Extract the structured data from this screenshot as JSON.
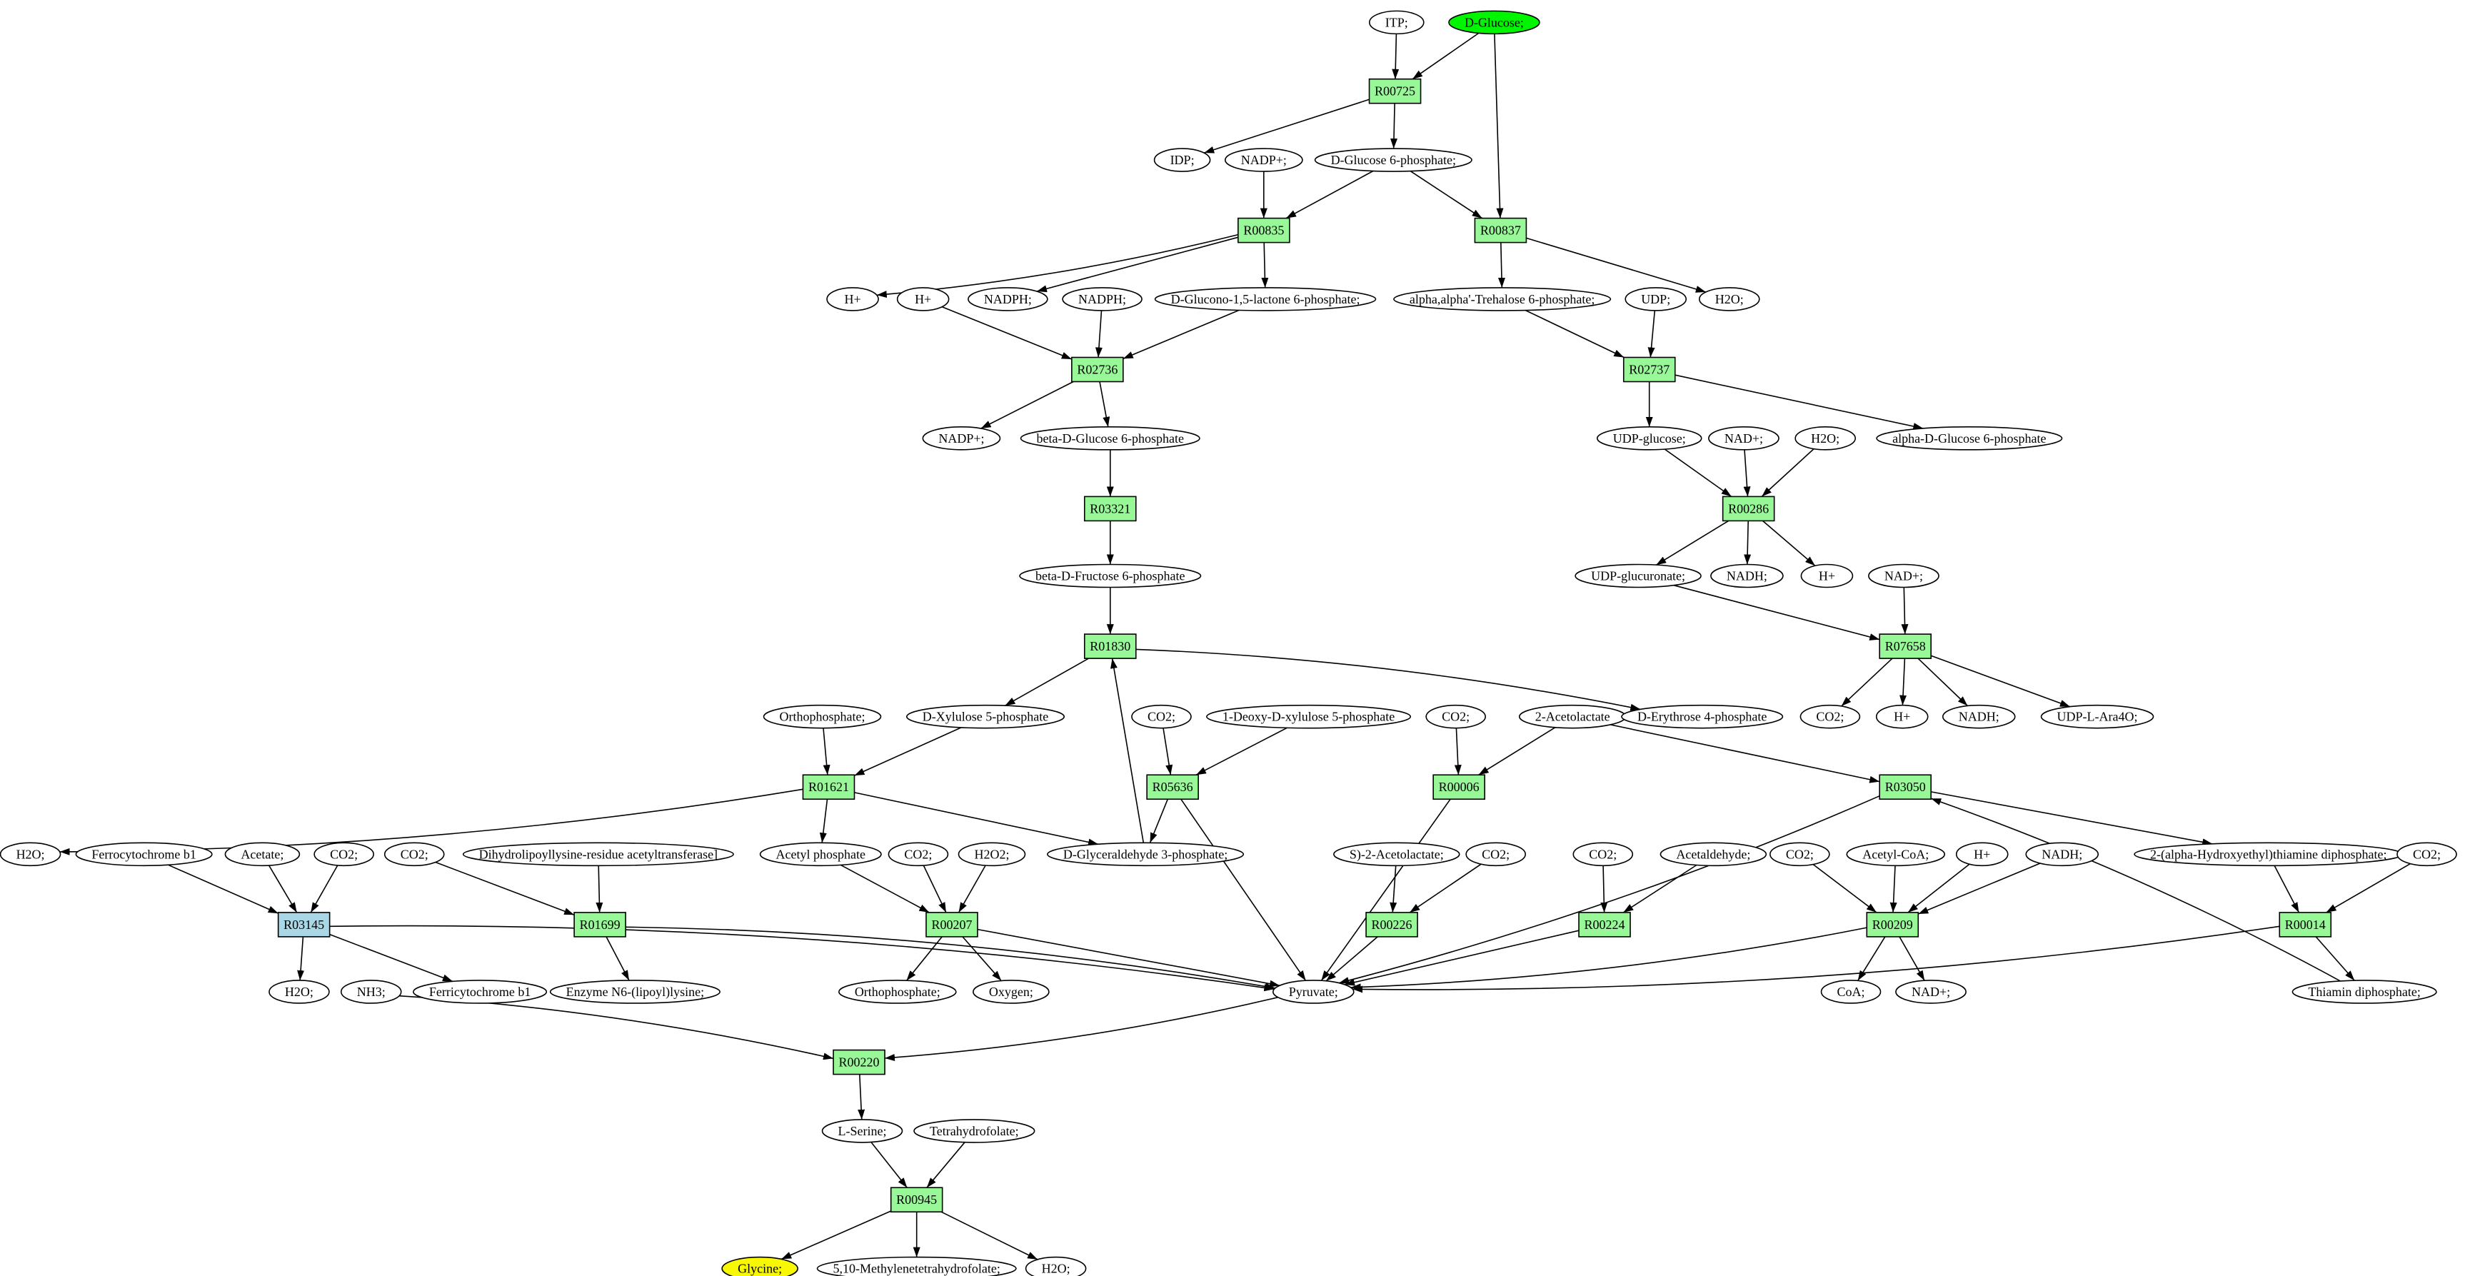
{
  "colors": {
    "reaction": "#98f898",
    "reaction_alt": "#a9d7e6",
    "source": "#00f500",
    "target": "#f8f800",
    "compound": "#ffffff"
  },
  "nodes": [
    {
      "id": "itp",
      "kind": "compound",
      "label": "ITP;"
    },
    {
      "id": "dglucose",
      "kind": "compound",
      "label": "D-Glucose;",
      "role": "source"
    },
    {
      "id": "R00725",
      "kind": "reaction",
      "label": "R00725"
    },
    {
      "id": "idp",
      "kind": "compound",
      "label": "IDP;"
    },
    {
      "id": "nadp1",
      "kind": "compound",
      "label": "NADP+;"
    },
    {
      "id": "g6p",
      "kind": "compound",
      "label": "D-Glucose 6-phosphate;"
    },
    {
      "id": "R00835",
      "kind": "reaction",
      "label": "R00835"
    },
    {
      "id": "R00837",
      "kind": "reaction",
      "label": "R00837"
    },
    {
      "id": "hplus1",
      "kind": "compound",
      "label": "H+"
    },
    {
      "id": "hplus2",
      "kind": "compound",
      "label": "H+"
    },
    {
      "id": "nadph1",
      "kind": "compound",
      "label": "NADPH;"
    },
    {
      "id": "nadph2",
      "kind": "compound",
      "label": "NADPH;"
    },
    {
      "id": "glucono",
      "kind": "compound",
      "label": "D-Glucono-1,5-lactone 6-phosphate;"
    },
    {
      "id": "trehalose",
      "kind": "compound",
      "label": "alpha,alpha'-Trehalose 6-phosphate;"
    },
    {
      "id": "udp",
      "kind": "compound",
      "label": "UDP;"
    },
    {
      "id": "h2o_a",
      "kind": "compound",
      "label": "H2O;"
    },
    {
      "id": "R02736",
      "kind": "reaction",
      "label": "R02736"
    },
    {
      "id": "R02737",
      "kind": "reaction",
      "label": "R02737"
    },
    {
      "id": "nadp2",
      "kind": "compound",
      "label": "NADP+;"
    },
    {
      "id": "bdg6p",
      "kind": "compound",
      "label": "beta-D-Glucose 6-phosphate"
    },
    {
      "id": "udpglucose",
      "kind": "compound",
      "label": "UDP-glucose;"
    },
    {
      "id": "nad1",
      "kind": "compound",
      "label": "NAD+;"
    },
    {
      "id": "h2o_b",
      "kind": "compound",
      "label": "H2O;"
    },
    {
      "id": "adg6p",
      "kind": "compound",
      "label": "alpha-D-Glucose 6-phosphate"
    },
    {
      "id": "R03321",
      "kind": "reaction",
      "label": "R03321"
    },
    {
      "id": "R00286",
      "kind": "reaction",
      "label": "R00286"
    },
    {
      "id": "bdf6p",
      "kind": "compound",
      "label": "beta-D-Fructose 6-phosphate"
    },
    {
      "id": "udpglucuronate",
      "kind": "compound",
      "label": "UDP-glucuronate;"
    },
    {
      "id": "nadh1",
      "kind": "compound",
      "label": "NADH;"
    },
    {
      "id": "hplus3",
      "kind": "compound",
      "label": "H+"
    },
    {
      "id": "nad2",
      "kind": "compound",
      "label": "NAD+;"
    },
    {
      "id": "R01830",
      "kind": "reaction",
      "label": "R01830"
    },
    {
      "id": "R07658",
      "kind": "reaction",
      "label": "R07658"
    },
    {
      "id": "ortho1",
      "kind": "compound",
      "label": "Orthophosphate;"
    },
    {
      "id": "dx5p",
      "kind": "compound",
      "label": "D-Xylulose 5-phosphate"
    },
    {
      "id": "co2_a",
      "kind": "compound",
      "label": "CO2;"
    },
    {
      "id": "deoxyx5p",
      "kind": "compound",
      "label": "1-Deoxy-D-xylulose 5-phosphate"
    },
    {
      "id": "co2_b",
      "kind": "compound",
      "label": "CO2;"
    },
    {
      "id": "acetolactate",
      "kind": "compound",
      "label": "2-Acetolactate"
    },
    {
      "id": "de4p",
      "kind": "compound",
      "label": "D-Erythrose 4-phosphate"
    },
    {
      "id": "co2_c",
      "kind": "compound",
      "label": "CO2;"
    },
    {
      "id": "hplus4",
      "kind": "compound",
      "label": "H+"
    },
    {
      "id": "nadh2",
      "kind": "compound",
      "label": "NADH;"
    },
    {
      "id": "udplara4o",
      "kind": "compound",
      "label": "UDP-L-Ara4O;"
    },
    {
      "id": "R01621",
      "kind": "reaction",
      "label": "R01621"
    },
    {
      "id": "R05636",
      "kind": "reaction",
      "label": "R05636"
    },
    {
      "id": "R00006",
      "kind": "reaction",
      "label": "R00006"
    },
    {
      "id": "R03050",
      "kind": "reaction",
      "label": "R03050"
    },
    {
      "id": "h2o_c",
      "kind": "compound",
      "label": "H2O;"
    },
    {
      "id": "ferrob1",
      "kind": "compound",
      "label": "Ferrocytochrome b1"
    },
    {
      "id": "acetate",
      "kind": "compound",
      "label": "Acetate;"
    },
    {
      "id": "co2_d",
      "kind": "compound",
      "label": "CO2;"
    },
    {
      "id": "co2_e",
      "kind": "compound",
      "label": "CO2;"
    },
    {
      "id": "dihydro",
      "kind": "compound",
      "label": "Dihydrolipoyllysine-residue acetyltransferase]"
    },
    {
      "id": "acetylp",
      "kind": "compound",
      "label": "Acetyl phosphate"
    },
    {
      "id": "co2_f",
      "kind": "compound",
      "label": "CO2;"
    },
    {
      "id": "h2o2",
      "kind": "compound",
      "label": "H2O2;"
    },
    {
      "id": "dg3p",
      "kind": "compound",
      "label": "D-Glyceraldehyde 3-phosphate;"
    },
    {
      "id": "s2acet",
      "kind": "compound",
      "label": "S)-2-Acetolactate;"
    },
    {
      "id": "co2_g",
      "kind": "compound",
      "label": "CO2;"
    },
    {
      "id": "co2_h",
      "kind": "compound",
      "label": "CO2;"
    },
    {
      "id": "acetaldehyde",
      "kind": "compound",
      "label": "Acetaldehyde;"
    },
    {
      "id": "co2_i",
      "kind": "compound",
      "label": "CO2;"
    },
    {
      "id": "acetylcoa",
      "kind": "compound",
      "label": "Acetyl-CoA;"
    },
    {
      "id": "hplus5",
      "kind": "compound",
      "label": "H+"
    },
    {
      "id": "nadh3",
      "kind": "compound",
      "label": "NADH;"
    },
    {
      "id": "hethtpp",
      "kind": "compound",
      "label": "2-(alpha-Hydroxyethyl)thiamine diphosphate;"
    },
    {
      "id": "co2_j",
      "kind": "compound",
      "label": "CO2;"
    },
    {
      "id": "R03145",
      "kind": "reaction_alt",
      "label": "R03145"
    },
    {
      "id": "R01699",
      "kind": "reaction",
      "label": "R01699"
    },
    {
      "id": "R00207",
      "kind": "reaction",
      "label": "R00207"
    },
    {
      "id": "R00226",
      "kind": "reaction",
      "label": "R00226"
    },
    {
      "id": "R00224",
      "kind": "reaction",
      "label": "R00224"
    },
    {
      "id": "R00209",
      "kind": "reaction",
      "label": "R00209"
    },
    {
      "id": "R00014",
      "kind": "reaction",
      "label": "R00014"
    },
    {
      "id": "h2o_d",
      "kind": "compound",
      "label": "H2O;"
    },
    {
      "id": "ferrib1",
      "kind": "compound",
      "label": "Ferricytochrome b1"
    },
    {
      "id": "nh3",
      "kind": "compound",
      "label": "NH3;"
    },
    {
      "id": "enzyme",
      "kind": "compound",
      "label": "Enzyme N6-(lipoyl)lysine;"
    },
    {
      "id": "ortho2",
      "kind": "compound",
      "label": "Orthophosphate;"
    },
    {
      "id": "oxygen",
      "kind": "compound",
      "label": "Oxygen;"
    },
    {
      "id": "pyruvate",
      "kind": "compound",
      "label": "Pyruvate;"
    },
    {
      "id": "coa",
      "kind": "compound",
      "label": "CoA;"
    },
    {
      "id": "nad3",
      "kind": "compound",
      "label": "NAD+;"
    },
    {
      "id": "tpp",
      "kind": "compound",
      "label": "Thiamin diphosphate;"
    },
    {
      "id": "R00220",
      "kind": "reaction",
      "label": "R00220"
    },
    {
      "id": "lserine",
      "kind": "compound",
      "label": "L-Serine;"
    },
    {
      "id": "thf",
      "kind": "compound",
      "label": "Tetrahydrofolate;"
    },
    {
      "id": "R00945",
      "kind": "reaction",
      "label": "R00945"
    },
    {
      "id": "glycine",
      "kind": "compound",
      "label": "Glycine;",
      "role": "target"
    },
    {
      "id": "methylene",
      "kind": "compound",
      "label": "5,10-Methylenetetrahydrofolate;"
    },
    {
      "id": "h2o_e",
      "kind": "compound",
      "label": "H2O;"
    }
  ],
  "edges": [
    {
      "from": "itp",
      "to": "R00725"
    },
    {
      "from": "dglucose",
      "to": "R00725"
    },
    {
      "from": "dglucose",
      "to": "R00837"
    },
    {
      "from": "R00725",
      "to": "idp"
    },
    {
      "from": "R00725",
      "to": "g6p"
    },
    {
      "from": "nadp1",
      "to": "R00835"
    },
    {
      "from": "g6p",
      "to": "R00835"
    },
    {
      "from": "g6p",
      "to": "R00837"
    },
    {
      "from": "R00835",
      "to": "hplus1"
    },
    {
      "from": "R00835",
      "to": "nadph1"
    },
    {
      "from": "R00835",
      "to": "glucono"
    },
    {
      "from": "R00837",
      "to": "trehalose"
    },
    {
      "from": "R00837",
      "to": "h2o_a"
    },
    {
      "from": "hplus2",
      "to": "R02736"
    },
    {
      "from": "nadph2",
      "to": "R02736"
    },
    {
      "from": "glucono",
      "to": "R02736"
    },
    {
      "from": "R02736",
      "to": "nadp2"
    },
    {
      "from": "R02736",
      "to": "bdg6p"
    },
    {
      "from": "bdg6p",
      "to": "R03321"
    },
    {
      "from": "R03321",
      "to": "bdf6p"
    },
    {
      "from": "bdf6p",
      "to": "R01830"
    },
    {
      "from": "trehalose",
      "to": "R02737"
    },
    {
      "from": "udp",
      "to": "R02737"
    },
    {
      "from": "R02737",
      "to": "udpglucose"
    },
    {
      "from": "R02737",
      "to": "adg6p"
    },
    {
      "from": "udpglucose",
      "to": "R00286"
    },
    {
      "from": "nad1",
      "to": "R00286"
    },
    {
      "from": "h2o_b",
      "to": "R00286"
    },
    {
      "from": "R00286",
      "to": "udpglucuronate"
    },
    {
      "from": "R00286",
      "to": "nadh1"
    },
    {
      "from": "R00286",
      "to": "hplus3"
    },
    {
      "from": "udpglucuronate",
      "to": "R07658"
    },
    {
      "from": "nad2",
      "to": "R07658"
    },
    {
      "from": "R07658",
      "to": "co2_c"
    },
    {
      "from": "R07658",
      "to": "hplus4"
    },
    {
      "from": "R07658",
      "to": "nadh2"
    },
    {
      "from": "R07658",
      "to": "udplara4o"
    },
    {
      "from": "R01830",
      "to": "dx5p"
    },
    {
      "from": "R01830",
      "to": "de4p"
    },
    {
      "from": "dg3p",
      "to": "R01830"
    },
    {
      "from": "ortho1",
      "to": "R01621"
    },
    {
      "from": "dx5p",
      "to": "R01621"
    },
    {
      "from": "R01621",
      "to": "h2o_c"
    },
    {
      "from": "R01621",
      "to": "acetylp"
    },
    {
      "from": "R01621",
      "to": "dg3p"
    },
    {
      "from": "co2_a",
      "to": "R05636"
    },
    {
      "from": "deoxyx5p",
      "to": "R05636"
    },
    {
      "from": "R05636",
      "to": "dg3p"
    },
    {
      "from": "R05636",
      "to": "pyruvate"
    },
    {
      "from": "co2_b",
      "to": "R00006"
    },
    {
      "from": "acetolactate",
      "to": "R00006"
    },
    {
      "from": "acetolactate",
      "to": "R03050"
    },
    {
      "from": "R00006",
      "to": "pyruvate"
    },
    {
      "from": "R03050",
      "to": "pyruvate"
    },
    {
      "from": "R03050",
      "to": "hethtpp"
    },
    {
      "from": "tpp",
      "to": "R03050"
    },
    {
      "from": "ferrob1",
      "to": "R03145"
    },
    {
      "from": "acetate",
      "to": "R03145"
    },
    {
      "from": "co2_d",
      "to": "R03145"
    },
    {
      "from": "R03145",
      "to": "h2o_d"
    },
    {
      "from": "R03145",
      "to": "ferrib1"
    },
    {
      "from": "R03145",
      "to": "pyruvate"
    },
    {
      "from": "co2_e",
      "to": "R01699"
    },
    {
      "from": "dihydro",
      "to": "R01699"
    },
    {
      "from": "R01699",
      "to": "enzyme"
    },
    {
      "from": "R01699",
      "to": "pyruvate"
    },
    {
      "from": "acetylp",
      "to": "R00207"
    },
    {
      "from": "co2_f",
      "to": "R00207"
    },
    {
      "from": "h2o2",
      "to": "R00207"
    },
    {
      "from": "R00207",
      "to": "ortho2"
    },
    {
      "from": "R00207",
      "to": "oxygen"
    },
    {
      "from": "R00207",
      "to": "pyruvate"
    },
    {
      "from": "s2acet",
      "to": "R00226"
    },
    {
      "from": "co2_g",
      "to": "R00226"
    },
    {
      "from": "R00226",
      "to": "pyruvate"
    },
    {
      "from": "co2_h",
      "to": "R00224"
    },
    {
      "from": "acetaldehyde",
      "to": "R00224"
    },
    {
      "from": "R00224",
      "to": "pyruvate"
    },
    {
      "from": "co2_i",
      "to": "R00209"
    },
    {
      "from": "acetylcoa",
      "to": "R00209"
    },
    {
      "from": "hplus5",
      "to": "R00209"
    },
    {
      "from": "nadh3",
      "to": "R00209"
    },
    {
      "from": "R00209",
      "to": "coa"
    },
    {
      "from": "R00209",
      "to": "nad3"
    },
    {
      "from": "R00209",
      "to": "pyruvate"
    },
    {
      "from": "hethtpp",
      "to": "R00014"
    },
    {
      "from": "co2_j",
      "to": "R00014"
    },
    {
      "from": "R00014",
      "to": "tpp"
    },
    {
      "from": "R00014",
      "to": "pyruvate"
    },
    {
      "from": "nh3",
      "to": "R00220"
    },
    {
      "from": "pyruvate",
      "to": "R00220"
    },
    {
      "from": "R00220",
      "to": "lserine"
    },
    {
      "from": "lserine",
      "to": "R00945"
    },
    {
      "from": "thf",
      "to": "R00945"
    },
    {
      "from": "R00945",
      "to": "glycine"
    },
    {
      "from": "R00945",
      "to": "methylene"
    },
    {
      "from": "R00945",
      "to": "h2o_e"
    }
  ]
}
